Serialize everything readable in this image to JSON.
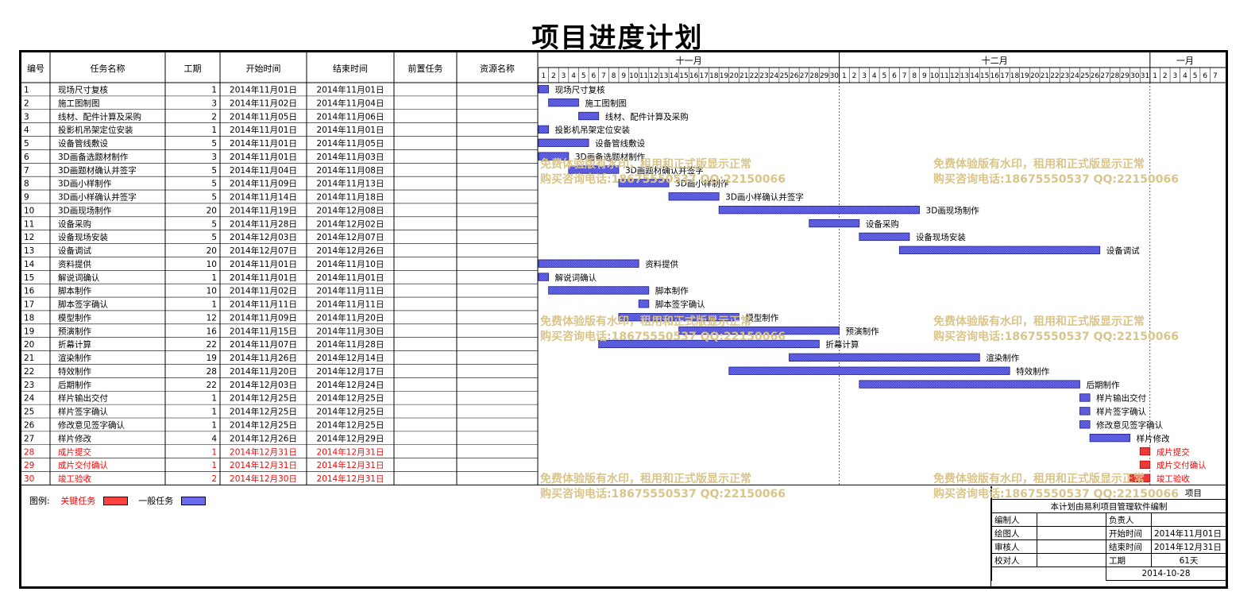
{
  "title": "项目进度计划",
  "columns": [
    "编号",
    "任务名称",
    "工期",
    "开始时间",
    "结束时间",
    "前置任务",
    "资源名称"
  ],
  "months": [
    {
      "label": "十一月",
      "days": 30
    },
    {
      "label": "十二月",
      "days": 31
    },
    {
      "label": "一月",
      "days": 7
    }
  ],
  "colors": {
    "critical": "#ff4040",
    "normal": "#6a6aee",
    "critical_text": "#ff0000"
  },
  "chart_data": {
    "type": "gantt",
    "x_range": [
      "2014-11-01",
      "2015-01-07"
    ],
    "tasks": [
      {
        "id": "1",
        "name": "现场尺寸复核",
        "duration": "1",
        "start": "2014年11月01日",
        "end": "2014年11月01日",
        "s": "2014-11-01",
        "e": "2014-11-01",
        "critical": false
      },
      {
        "id": "2",
        "name": "施工图制图",
        "duration": "3",
        "start": "2014年11月02日",
        "end": "2014年11月04日",
        "s": "2014-11-02",
        "e": "2014-11-04",
        "critical": false
      },
      {
        "id": "3",
        "name": "线材、配件计算及采购",
        "duration": "2",
        "start": "2014年11月05日",
        "end": "2014年11月06日",
        "s": "2014-11-05",
        "e": "2014-11-06",
        "critical": false
      },
      {
        "id": "4",
        "name": "投影机吊架定位安装",
        "duration": "1",
        "start": "2014年11月01日",
        "end": "2014年11月01日",
        "s": "2014-11-01",
        "e": "2014-11-01",
        "critical": false
      },
      {
        "id": "5",
        "name": "设备管线敷设",
        "duration": "5",
        "start": "2014年11月01日",
        "end": "2014年11月05日",
        "s": "2014-11-01",
        "e": "2014-11-05",
        "critical": false
      },
      {
        "id": "6",
        "name": "3D画备选题材制作",
        "duration": "3",
        "start": "2014年11月01日",
        "end": "2014年11月03日",
        "s": "2014-11-01",
        "e": "2014-11-03",
        "critical": false
      },
      {
        "id": "7",
        "name": "3D画题材确认并签字",
        "duration": "5",
        "start": "2014年11月04日",
        "end": "2014年11月08日",
        "s": "2014-11-04",
        "e": "2014-11-08",
        "critical": false
      },
      {
        "id": "8",
        "name": "3D画小样制作",
        "duration": "5",
        "start": "2014年11月09日",
        "end": "2014年11月13日",
        "s": "2014-11-09",
        "e": "2014-11-13",
        "critical": false
      },
      {
        "id": "9",
        "name": "3D画小样确认并签字",
        "duration": "5",
        "start": "2014年11月14日",
        "end": "2014年11月18日",
        "s": "2014-11-14",
        "e": "2014-11-18",
        "critical": false
      },
      {
        "id": "10",
        "name": "3D画现场制作",
        "duration": "20",
        "start": "2014年11月19日",
        "end": "2014年12月08日",
        "s": "2014-11-19",
        "e": "2014-12-08",
        "critical": false
      },
      {
        "id": "11",
        "name": "设备采购",
        "duration": "5",
        "start": "2014年11月28日",
        "end": "2014年12月02日",
        "s": "2014-11-28",
        "e": "2014-12-02",
        "critical": false
      },
      {
        "id": "12",
        "name": "设备现场安装",
        "duration": "5",
        "start": "2014年12月03日",
        "end": "2014年12月07日",
        "s": "2014-12-03",
        "e": "2014-12-07",
        "critical": false
      },
      {
        "id": "13",
        "name": "设备调试",
        "duration": "20",
        "start": "2014年12月07日",
        "end": "2014年12月26日",
        "s": "2014-12-07",
        "e": "2014-12-26",
        "critical": false
      },
      {
        "id": "14",
        "name": "资料提供",
        "duration": "10",
        "start": "2014年11月01日",
        "end": "2014年11月10日",
        "s": "2014-11-01",
        "e": "2014-11-10",
        "critical": false
      },
      {
        "id": "15",
        "name": "解说词确认",
        "duration": "1",
        "start": "2014年11月01日",
        "end": "2014年11月01日",
        "s": "2014-11-01",
        "e": "2014-11-01",
        "critical": false
      },
      {
        "id": "16",
        "name": "脚本制作",
        "duration": "10",
        "start": "2014年11月02日",
        "end": "2014年11月11日",
        "s": "2014-11-02",
        "e": "2014-11-11",
        "critical": false
      },
      {
        "id": "17",
        "name": "脚本签字确认",
        "duration": "1",
        "start": "2014年11月11日",
        "end": "2014年11月11日",
        "s": "2014-11-11",
        "e": "2014-11-11",
        "critical": false
      },
      {
        "id": "18",
        "name": "模型制作",
        "duration": "12",
        "start": "2014年11月09日",
        "end": "2014年11月20日",
        "s": "2014-11-09",
        "e": "2014-11-20",
        "critical": false
      },
      {
        "id": "19",
        "name": "预演制作",
        "duration": "16",
        "start": "2014年11月15日",
        "end": "2014年11月30日",
        "s": "2014-11-15",
        "e": "2014-11-30",
        "critical": false
      },
      {
        "id": "20",
        "name": "折幕计算",
        "duration": "22",
        "start": "2014年11月07日",
        "end": "2014年11月28日",
        "s": "2014-11-07",
        "e": "2014-11-28",
        "critical": false
      },
      {
        "id": "21",
        "name": "渲染制作",
        "duration": "19",
        "start": "2014年11月26日",
        "end": "2014年12月14日",
        "s": "2014-11-26",
        "e": "2014-12-14",
        "critical": false
      },
      {
        "id": "22",
        "name": "特效制作",
        "duration": "28",
        "start": "2014年11月20日",
        "end": "2014年12月17日",
        "s": "2014-11-20",
        "e": "2014-12-17",
        "critical": false
      },
      {
        "id": "23",
        "name": "后期制作",
        "duration": "22",
        "start": "2014年12月03日",
        "end": "2014年12月24日",
        "s": "2014-12-03",
        "e": "2014-12-24",
        "critical": false
      },
      {
        "id": "24",
        "name": "样片输出交付",
        "duration": "1",
        "start": "2014年12月25日",
        "end": "2014年12月25日",
        "s": "2014-12-25",
        "e": "2014-12-25",
        "critical": false
      },
      {
        "id": "25",
        "name": "样片签字确认",
        "duration": "1",
        "start": "2014年12月25日",
        "end": "2014年12月25日",
        "s": "2014-12-25",
        "e": "2014-12-25",
        "critical": false
      },
      {
        "id": "26",
        "name": "修改意见签字确认",
        "duration": "1",
        "start": "2014年12月25日",
        "end": "2014年12月25日",
        "s": "2014-12-25",
        "e": "2014-12-25",
        "critical": false
      },
      {
        "id": "27",
        "name": "样片修改",
        "duration": "4",
        "start": "2014年12月26日",
        "end": "2014年12月29日",
        "s": "2014-12-26",
        "e": "2014-12-29",
        "critical": false
      },
      {
        "id": "28",
        "name": "成片提交",
        "duration": "1",
        "start": "2014年12月31日",
        "end": "2014年12月31日",
        "s": "2014-12-31",
        "e": "2014-12-31",
        "critical": true
      },
      {
        "id": "29",
        "name": "成片交付确认",
        "duration": "1",
        "start": "2014年12月31日",
        "end": "2014年12月31日",
        "s": "2014-12-31",
        "e": "2014-12-31",
        "critical": true
      },
      {
        "id": "30",
        "name": "竣工验收",
        "duration": "2",
        "start": "2014年12月30日",
        "end": "2014年12月31日",
        "s": "2014-12-30",
        "e": "2014-12-31",
        "critical": true
      }
    ]
  },
  "legend": {
    "label": "图例:",
    "critical": "关键任务",
    "normal": "一般任务"
  },
  "watermark": {
    "line1": "免费体验版有水印，租用和正式版显示正常",
    "line2": "购买咨询电话:18675550537 QQ:22150066"
  },
  "info": {
    "project_label": "项目",
    "note": "本计划由易利项目管理软件编制",
    "editor_label": "编制人",
    "editor": "",
    "owner_label": "负责人",
    "owner": "",
    "drawer_label": "绘图人",
    "drawer": "",
    "start_label": "开始时间",
    "start": "2014年11月01日",
    "reviewer_label": "审核人",
    "reviewer": "",
    "end_label": "结束时间",
    "end": "2014年12月31日",
    "checker_label": "校对人",
    "checker": "",
    "duration_label": "工期",
    "duration": "61天",
    "date": "2014-10-28"
  }
}
